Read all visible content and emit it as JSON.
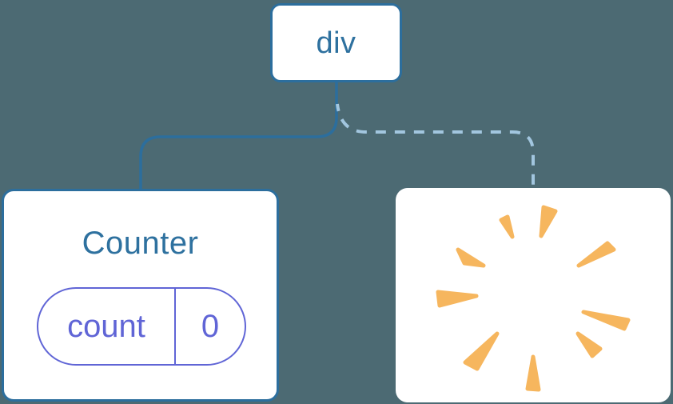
{
  "diagram": {
    "root_label": "div",
    "counter": {
      "title": "Counter",
      "state_name": "count",
      "state_value": "0"
    },
    "removed_node_icon": "poof-starburst-icon"
  },
  "colors": {
    "background": "#4C6A73",
    "steel-blue": "#2C6E9D",
    "text-blue": "#2E719F",
    "dashed-blue": "#A2C6DF",
    "indigo": "#6065D6",
    "amber": "#F6B65E",
    "node-fill": "#FFFFFF"
  }
}
